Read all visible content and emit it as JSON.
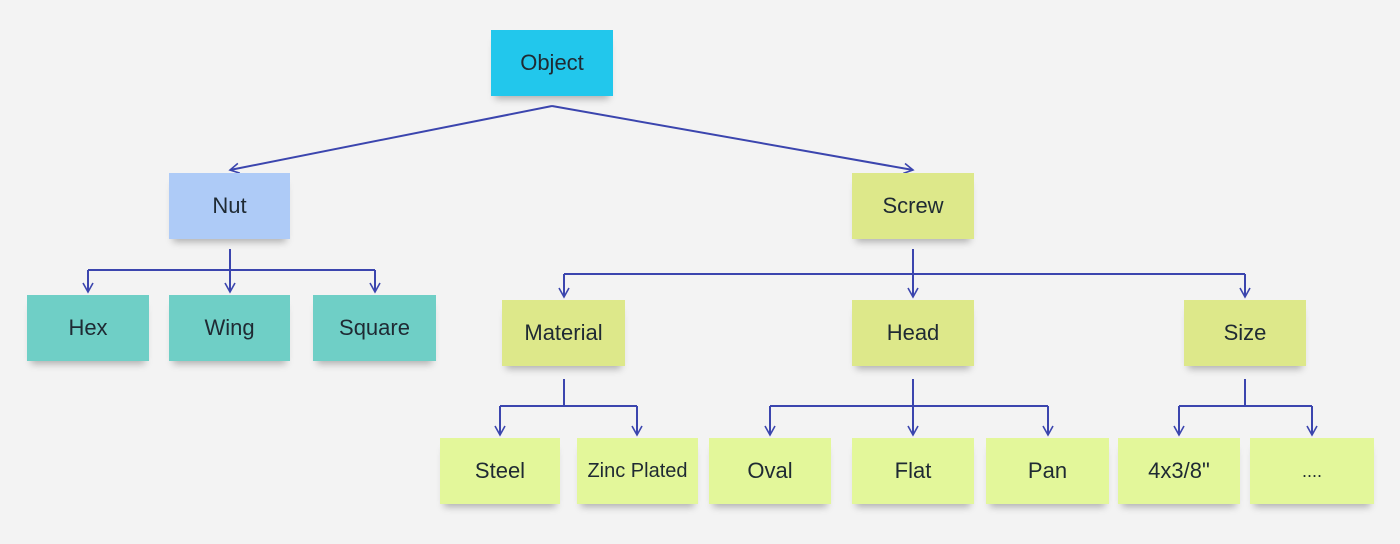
{
  "colors": {
    "background": "#f3f3f3",
    "connector": "#3b45ae",
    "object": "#22c7ec",
    "nut": "#aecbf7",
    "nut_children": "#6fcfc6",
    "screw_branch": "#dde88a",
    "leaves": "#e3f79a"
  },
  "nodes": {
    "object": "Object",
    "nut": "Nut",
    "screw": "Screw",
    "hex": "Hex",
    "wing": "Wing",
    "square": "Square",
    "material": "Material",
    "head": "Head",
    "size": "Size",
    "steel": "Steel",
    "zinc_plated": "Zinc Plated",
    "oval": "Oval",
    "flat": "Flat",
    "pan": "Pan",
    "size_4x38": "4x3/8\"",
    "more": "...."
  },
  "edges": [
    [
      "object",
      "nut"
    ],
    [
      "object",
      "screw"
    ],
    [
      "nut",
      "hex"
    ],
    [
      "nut",
      "wing"
    ],
    [
      "nut",
      "square"
    ],
    [
      "screw",
      "material"
    ],
    [
      "screw",
      "head"
    ],
    [
      "screw",
      "size"
    ],
    [
      "material",
      "steel"
    ],
    [
      "material",
      "zinc_plated"
    ],
    [
      "head",
      "oval"
    ],
    [
      "head",
      "flat"
    ],
    [
      "head",
      "pan"
    ],
    [
      "size",
      "size_4x38"
    ],
    [
      "size",
      "more"
    ]
  ]
}
